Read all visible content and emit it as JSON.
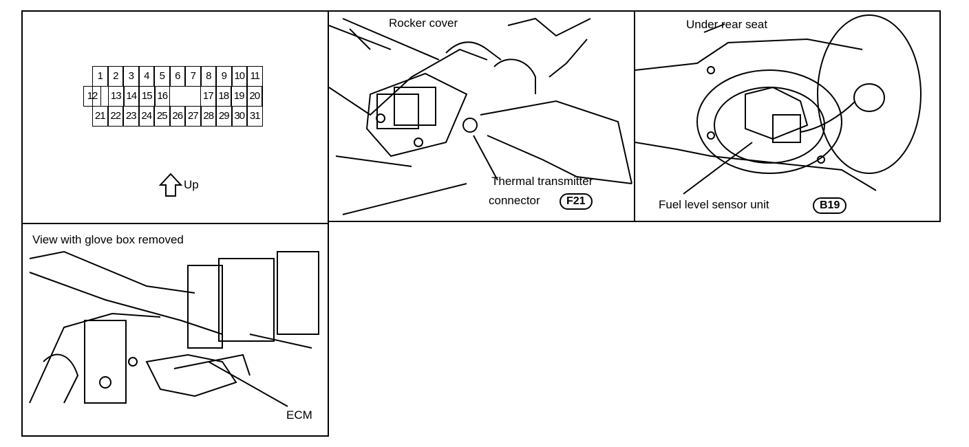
{
  "connector": {
    "pins": [
      "1",
      "2",
      "3",
      "4",
      "5",
      "6",
      "7",
      "8",
      "9",
      "10",
      "11",
      "12",
      "13",
      "14",
      "15",
      "16",
      "17",
      "18",
      "19",
      "20",
      "21",
      "22",
      "23",
      "24",
      "25",
      "26",
      "27",
      "28",
      "29",
      "30",
      "31"
    ],
    "up_label": "Up"
  },
  "rocker": {
    "rocker_label": "Rocker cover",
    "thermal_line1": "Thermal transmitter",
    "thermal_line2": "connector",
    "badge": "F21"
  },
  "rear": {
    "seat_label": "Under rear seat",
    "fuel_label": "Fuel level sensor unit",
    "badge": "B19"
  },
  "glove": {
    "view_label": "View with glove box removed",
    "ecm_label": "ECM"
  }
}
